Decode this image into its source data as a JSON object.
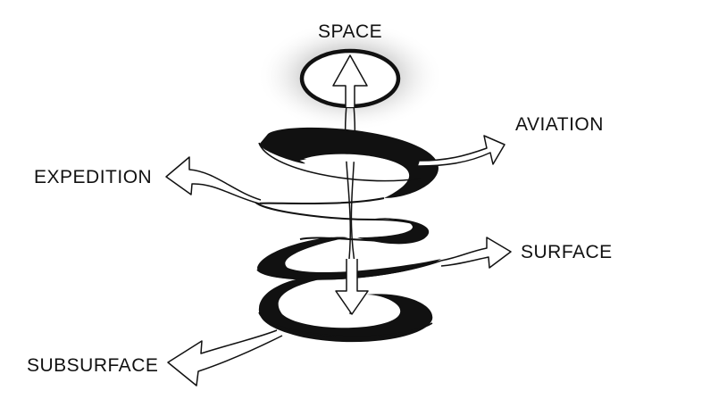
{
  "labels": {
    "space": "SPACE",
    "aviation": "AVIATION",
    "expedition": "EXPEDITION",
    "surface": "SURFACE",
    "subsurface": "SUBSURFACE"
  },
  "colors": {
    "ink": "#111111",
    "arrow_fill": "#ffffff",
    "glow": "#9a9a9a",
    "background": "#ffffff"
  }
}
